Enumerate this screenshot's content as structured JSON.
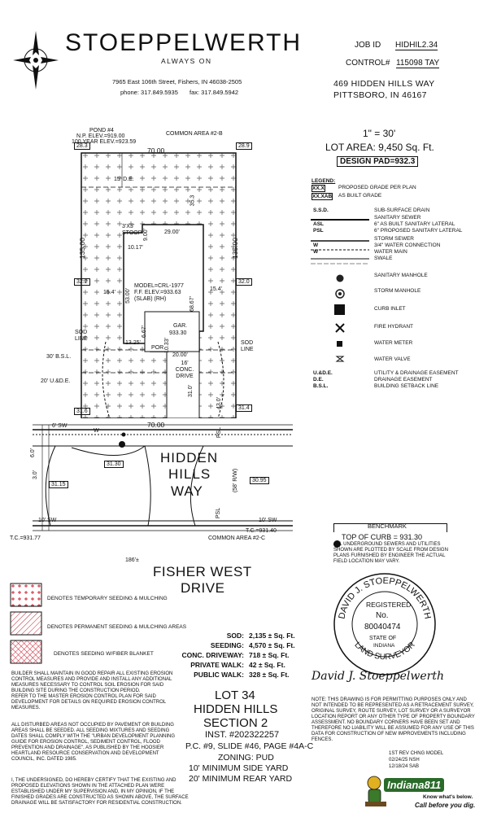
{
  "company": {
    "name": "STOEPPELWERTH",
    "tagline": "ALWAYS ON",
    "address": "7965 East 106th Street, Fishers, IN 46038-2505",
    "phone": "phone: 317.849.5935",
    "fax": "fax: 317.849.5942"
  },
  "job": {
    "job_id_label": "JOB ID",
    "job_id": "HIDHIL2.34",
    "control_label": "CONTROL#",
    "control": "115098 TAY",
    "street": "469 HIDDEN HILLS WAY",
    "city": "PITTSBORO, IN 46167",
    "scale": "1\" = 30'",
    "lot_area": "LOT AREA: 9,450 Sq. Ft.",
    "design_pad": "DESIGN PAD=932.3"
  },
  "legend": {
    "title": "LEGEND:",
    "items": [
      {
        "sym": "XX.X",
        "text": "PROPOSED GRADE PER PLAN"
      },
      {
        "sym": "XX.XAB",
        "text": "AS BUILT GRADE"
      },
      {
        "sym": "S.S.D.",
        "text": "SUB-SURFACE DRAIN"
      },
      {
        "sym": "",
        "text": "SANITARY SEWER"
      },
      {
        "sym": "ASL",
        "text": "6\" AS BUILT SANITARY LATERAL"
      },
      {
        "sym": "PSL",
        "text": "6\" PROPOSED SANITARY LATERAL"
      },
      {
        "sym": "",
        "text": "STORM SEWER"
      },
      {
        "sym": "W",
        "text": "3/4\" WATER CONNECTION"
      },
      {
        "sym": "W",
        "text": "WATER MAIN"
      },
      {
        "sym": "",
        "text": "SWALE"
      },
      {
        "sym": "",
        "text": "SANITARY MANHOLE"
      },
      {
        "sym": "",
        "text": "STORM MANHOLE"
      },
      {
        "sym": "",
        "text": "CURB INLET"
      },
      {
        "sym": "",
        "text": "FIRE HYDRANT"
      },
      {
        "sym": "",
        "text": "WATER METER"
      },
      {
        "sym": "",
        "text": "WATER VALVE"
      },
      {
        "sym": "U.&D.E.",
        "text": "UTILITY & DRAINAGE EASEMENT"
      },
      {
        "sym": "D.E.",
        "text": "DRAINAGE EASEMENT"
      },
      {
        "sym": "B.S.L.",
        "text": "BUILDING SETBACK LINE"
      }
    ]
  },
  "plot": {
    "pond": "POND #4",
    "np_elev": "N.P. ELEV.=919.00",
    "hundred_year": "100 YEAR ELEV.=923.59",
    "common_area_top": "COMMON AREA #2-B",
    "common_area_bottom": "COMMON AREA #2-C",
    "width_top": "70.00",
    "width_bottom": "70.00",
    "depth_left": "135.00",
    "depth_right": "135.00",
    "g_tl": "28.3",
    "g_tr": "28.9",
    "g_ml": "32.2",
    "g_mr": "32.0",
    "g_bl": "31.6",
    "g_br": "31.4",
    "de": "15' D.E.",
    "rear_dim": "35.3",
    "stoop": "3'X3' STOOP",
    "stoop_dim": "9.00'",
    "house_w": "29.00'",
    "left_dim": "10.17'",
    "side_l": "15.4'",
    "side_r": "15.4'",
    "model": "MODEL=CRL-1977",
    "ff": "F.F. ELEV.=933.63",
    "slab": "(SLAB) (RH)",
    "h53": "53.00'",
    "h6867": "68.67'",
    "gar": "GAR.",
    "gar_elev": "933.30",
    "d1325": "13.25'",
    "d667": "6.67'",
    "d1033": "10.33'",
    "por": "POR",
    "d2000": "20.00'",
    "sod_l": "SOD LINE",
    "sod_r": "SOD LINE",
    "bsl": "30' B.S.L.",
    "ude": "20' U.&D.E.",
    "drive": "16' CONC. DRIVE",
    "d310": "31.0'",
    "d430": "43.0'",
    "sw_top": "6' SW",
    "sw_bot": "10' SW",
    "sw_bot_r": "10' SW",
    "rw": "(58' R/W)",
    "street1": "HIDDEN",
    "street2": "HILLS",
    "street3": "WAY",
    "g3130": "31.30",
    "g3115": "31.15",
    "g3095": "30.95",
    "tc_l": "T.C.=931.77",
    "tc_r": "T.C.=931.40",
    "d186": "186'±",
    "d30": "3.0'",
    "d60": "6.0'",
    "psl1": "PSL",
    "psl2": "PSL",
    "w_label": "W",
    "fisher1": "FISHER WEST",
    "fisher2": "DRIVE"
  },
  "benchmark": {
    "title": "BENCHMARK",
    "value": "TOP OF CURB = 931.30",
    "note": "ALL UNDERGROUND SEWERS AND UTILITIES SHOWN ARE PLOTTED BY SCALE FROM DESIGN PLANS FURNISHED BY ENGINEER THE ACTUAL FIELD LOCATION MAY VARY."
  },
  "seal": {
    "name": "DAVID J. STOEPPELWERTH",
    "registered": "REGISTERED",
    "no_label": "No.",
    "number": "80040474",
    "state1": "STATE OF",
    "state2": "INDIANA",
    "bottom": "LAND SURVEYOR",
    "signature": "David J. Stoeppelwerth"
  },
  "seeding_legend": [
    {
      "text": "DENOTES TEMPORARY SEEDING & MULCHING"
    },
    {
      "text": "DENOTES PERMANENT SEEDING & MULCHING AREAS"
    },
    {
      "text": "DENOTES SEEDING W/FIBER BLANKET"
    }
  ],
  "areas": [
    {
      "label": "SOD:",
      "value": "2,135 ± Sq. Ft."
    },
    {
      "label": "SEEDING:",
      "value": "4,570 ± Sq. Ft."
    },
    {
      "label": "CONC. DRIVEWAY:",
      "value": "718 ± Sq. Ft."
    },
    {
      "label": "PRIVATE WALK:",
      "value": "42 ± Sq. Ft."
    },
    {
      "label": "PUBLIC WALK:",
      "value": "328 ± Sq. Ft."
    }
  ],
  "notes": {
    "maintain": "BUILDER SHALL MAINTAIN IN GOOD REPAIR ALL EXISTING EROSION CONTROL MEASURES AND PROVIDE AND INSTALL ANY ADDITIONAL MEASURES NECESSARY TO CONTROL SOIL EROSION FOR SAID BUILDING SITE DURING THE CONSTRUCTION PERIOD.",
    "refer": "REFER TO THE MASTER EROSION CONTROL PLAN FOR SAID DEVELOPMENT FOR DETAILS ON REQUIRED EROSION CONTROL MEASURES.",
    "disturbed": "ALL DISTURBED AREAS NOT OCCUPIED BY PAVEMENT OR BUILDING AREAS SHALL BE SEEDED. ALL SEEDING MIXTURES AND SEEDING DATES SHALL COMPLY WITH THE \"URBAN DEVELOPMENT PLANNING GUIDE FOR EROSION CONTROL, SEDIMENT CONTROL, FLOOD PREVENTION AND DRAINAGE\", AS PUBLISHED BY THE HOOSIER HEARTLAND RESOURCE CONSERVATION AND DEVELOPMENT COUNCIL, INC. DATED 1985.",
    "certify": "I, THE UNDERSIGNED, DO HEREBY CERTIFY THAT THE EXISTING AND PROPOSED ELEVATIONS SHOWN IN THE ATTACHED PLAN WERE ESTABLISHED UNDER MY SUPERVISION AND, IN MY OPINION, IF THE FINISHED GRADES ARE CONSTRUCTED AS SHOWN ABOVE, THE SURFACE DRAINAGE WILL BE SATISFACTORY FOR RESIDENTIAL CONSTRUCTION.",
    "permit": "NOTE: THIS DRAWING IS FOR PERMITTING PURPOSES ONLY AND NOT INTENDED TO BE REPRESENTED AS A RETRACEMENT SURVEY, ORIGINAL SURVEY, ROUTE SURVEY, LOT SURVEY OR A SURVEYOR LOCATION REPORT OR ANY OTHER TYPE OF PROPERTY BOUNDARY ASSESSMENT. NO BOUNDARY CORNERS HAVE BEEN SET AND THEREFORE NO LIABILITY WILL BE ASSUMED FOR ANY USE OF THIS DATA FOR CONSTRUCTION OF NEW IMPROVEMENTS INCLUDING FENCES."
  },
  "lot": {
    "line1": "LOT 34",
    "line2": "HIDDEN HILLS",
    "line3": "SECTION 2",
    "inst": "INST. #202322257",
    "pc": "P.C. #9, SLIDE #46, PAGE #4A-C",
    "zoning": "ZONING: PUD",
    "side_yard": "10' MINIMUM SIDE YARD",
    "rear_yard": "20' MINIMUM REAR YARD"
  },
  "revisions": {
    "r1": "1ST REV CHNG MODEL",
    "r2": "02/24/25 NSH",
    "r3": "12/18/24 SAB"
  },
  "indiana811": {
    "brand": "Indiana811",
    "tag1": "Know what's below.",
    "tag2": "Call before you dig."
  },
  "colors": {
    "seed_cross": "#cc2233",
    "line": "#111111"
  }
}
